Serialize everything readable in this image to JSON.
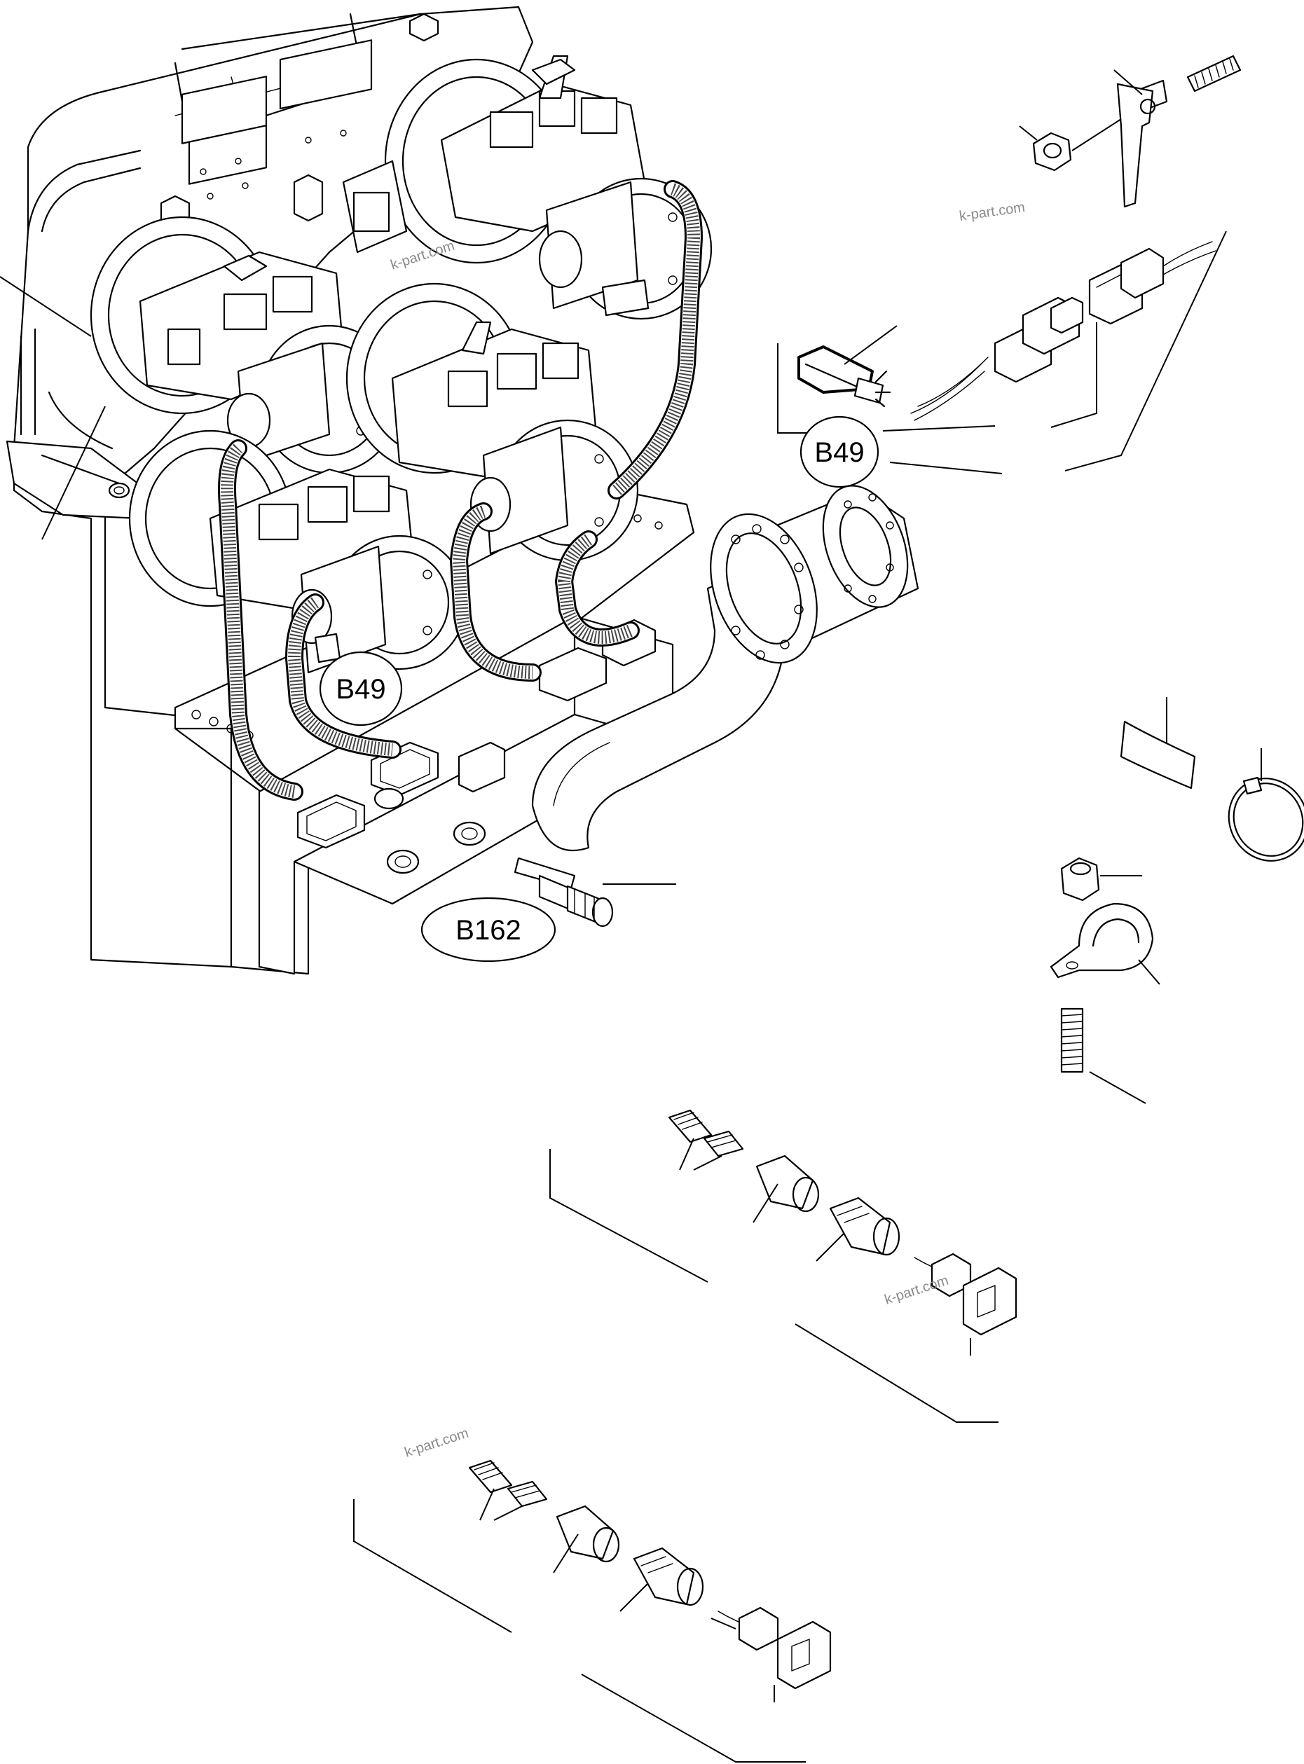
{
  "callouts": {
    "b49_top": "B49",
    "b49_mid": "B49",
    "b162": "B162"
  },
  "watermark": {
    "text_1": "k-part.com",
    "text_2": "k-part.com",
    "text_3": "k-part.com",
    "text_4": "k-part.com"
  }
}
